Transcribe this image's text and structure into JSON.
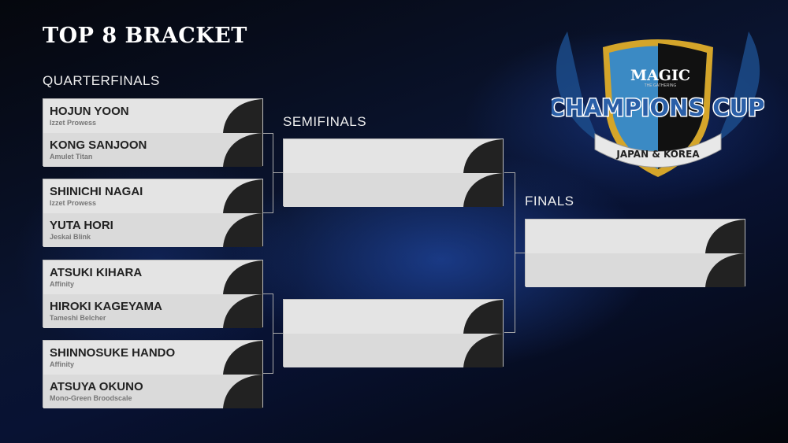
{
  "title": "TOP 8 BRACKET",
  "rounds": {
    "quarterfinals": "QUARTERFINALS",
    "semifinals": "SEMIFINALS",
    "finals": "FINALS"
  },
  "quarterfinals": [
    {
      "player": "HOJUN YOON",
      "deck": "Izzet Prowess"
    },
    {
      "player": "KONG SANJOON",
      "deck": "Amulet Titan"
    },
    {
      "player": "SHINICHI NAGAI",
      "deck": "Izzet Prowess"
    },
    {
      "player": "YUTA HORI",
      "deck": "Jeskai Blink"
    },
    {
      "player": "ATSUKI KIHARA",
      "deck": "Affinity"
    },
    {
      "player": "HIROKI KAGEYAMA",
      "deck": "Tameshi Belcher"
    },
    {
      "player": "SHINNOSUKE HANDO",
      "deck": "Affinity"
    },
    {
      "player": "ATSUYA OKUNO",
      "deck": "Mono-Green Broodscale"
    }
  ],
  "logo": {
    "brand": "MAGIC",
    "tagline": "THE GATHERING",
    "event": "CHAMPIONS CUP",
    "region": "JAPAN & KOREA"
  }
}
